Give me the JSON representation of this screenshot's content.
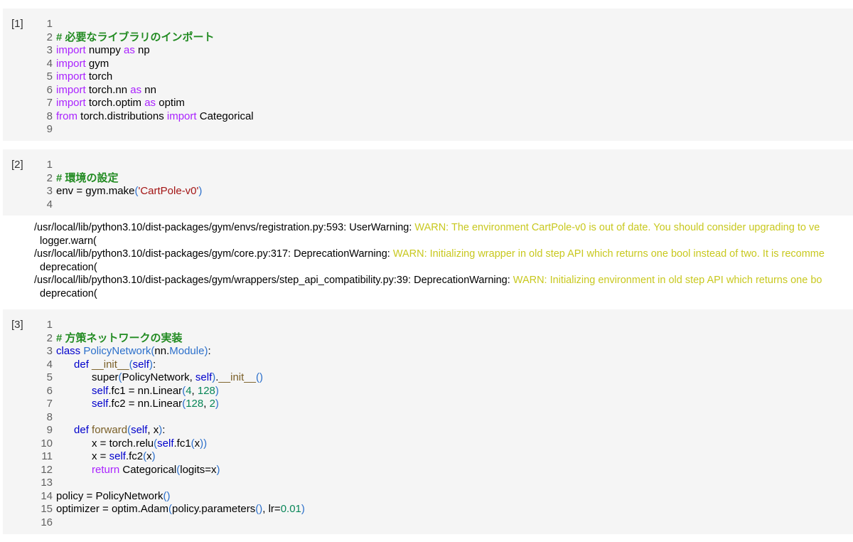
{
  "cells": [
    {
      "count": "[1]",
      "lines": [
        [],
        [
          {
            "c": "cmt",
            "t": "# 必要なライブラリのインポート"
          }
        ],
        [
          {
            "c": "kw",
            "t": "import"
          },
          {
            "c": "plain",
            "t": " numpy "
          },
          {
            "c": "kw",
            "t": "as"
          },
          {
            "c": "plain",
            "t": " np"
          }
        ],
        [
          {
            "c": "kw",
            "t": "import"
          },
          {
            "c": "plain",
            "t": " gym"
          }
        ],
        [
          {
            "c": "kw",
            "t": "import"
          },
          {
            "c": "plain",
            "t": " torch"
          }
        ],
        [
          {
            "c": "kw",
            "t": "import"
          },
          {
            "c": "plain",
            "t": " torch.nn "
          },
          {
            "c": "kw",
            "t": "as"
          },
          {
            "c": "plain",
            "t": " nn"
          }
        ],
        [
          {
            "c": "kw",
            "t": "import"
          },
          {
            "c": "plain",
            "t": " torch.optim "
          },
          {
            "c": "kw",
            "t": "as"
          },
          {
            "c": "plain",
            "t": " optim"
          }
        ],
        [
          {
            "c": "kw",
            "t": "from"
          },
          {
            "c": "plain",
            "t": " torch.distributions "
          },
          {
            "c": "kw",
            "t": "import"
          },
          {
            "c": "plain",
            "t": " Categorical"
          }
        ],
        []
      ]
    },
    {
      "count": "[2]",
      "lines": [
        [],
        [
          {
            "c": "cmt",
            "t": "# 環境の設定"
          }
        ],
        [
          {
            "c": "plain",
            "t": "env = gym.make"
          },
          {
            "c": "par",
            "t": "("
          },
          {
            "c": "str",
            "t": "'CartPole-v0'"
          },
          {
            "c": "par",
            "t": ")"
          }
        ],
        []
      ]
    },
    {
      "count": "[3]",
      "lines": [
        [],
        [
          {
            "c": "cmt",
            "t": "# 方策ネットワークの実装"
          }
        ],
        [
          {
            "c": "def",
            "t": "class"
          },
          {
            "c": "plain",
            "t": " "
          },
          {
            "c": "cls",
            "t": "PolicyNetwork"
          },
          {
            "c": "par",
            "t": "("
          },
          {
            "c": "plain",
            "t": "nn."
          },
          {
            "c": "cls",
            "t": "Module"
          },
          {
            "c": "par",
            "t": ")"
          },
          {
            "c": "plain",
            "t": ":"
          }
        ],
        [
          {
            "c": "plain",
            "t": "      "
          },
          {
            "c": "def",
            "t": "def"
          },
          {
            "c": "plain",
            "t": " "
          },
          {
            "c": "fn",
            "t": "__init__"
          },
          {
            "c": "par",
            "t": "("
          },
          {
            "c": "self",
            "t": "self"
          },
          {
            "c": "par",
            "t": ")"
          },
          {
            "c": "plain",
            "t": ":"
          }
        ],
        [
          {
            "c": "plain",
            "t": "            super"
          },
          {
            "c": "par",
            "t": "("
          },
          {
            "c": "plain",
            "t": "PolicyNetwork, "
          },
          {
            "c": "self",
            "t": "self"
          },
          {
            "c": "par",
            "t": ")"
          },
          {
            "c": "plain",
            "t": "."
          },
          {
            "c": "fn",
            "t": "__init__"
          },
          {
            "c": "par",
            "t": "()"
          }
        ],
        [
          {
            "c": "plain",
            "t": "            "
          },
          {
            "c": "self",
            "t": "self"
          },
          {
            "c": "plain",
            "t": ".fc1 = nn.Linear"
          },
          {
            "c": "par",
            "t": "("
          },
          {
            "c": "num",
            "t": "4"
          },
          {
            "c": "plain",
            "t": ", "
          },
          {
            "c": "num",
            "t": "128"
          },
          {
            "c": "par",
            "t": ")"
          }
        ],
        [
          {
            "c": "plain",
            "t": "            "
          },
          {
            "c": "self",
            "t": "self"
          },
          {
            "c": "plain",
            "t": ".fc2 = nn.Linear"
          },
          {
            "c": "par",
            "t": "("
          },
          {
            "c": "num",
            "t": "128"
          },
          {
            "c": "plain",
            "t": ", "
          },
          {
            "c": "num",
            "t": "2"
          },
          {
            "c": "par",
            "t": ")"
          }
        ],
        [],
        [
          {
            "c": "plain",
            "t": "      "
          },
          {
            "c": "def",
            "t": "def"
          },
          {
            "c": "plain",
            "t": " "
          },
          {
            "c": "fn",
            "t": "forward"
          },
          {
            "c": "par",
            "t": "("
          },
          {
            "c": "self",
            "t": "self"
          },
          {
            "c": "plain",
            "t": ", x"
          },
          {
            "c": "par",
            "t": ")"
          },
          {
            "c": "plain",
            "t": ":"
          }
        ],
        [
          {
            "c": "plain",
            "t": "            x = torch.relu"
          },
          {
            "c": "par",
            "t": "("
          },
          {
            "c": "self",
            "t": "self"
          },
          {
            "c": "plain",
            "t": ".fc1"
          },
          {
            "c": "par",
            "t": "("
          },
          {
            "c": "plain",
            "t": "x"
          },
          {
            "c": "par",
            "t": "))"
          }
        ],
        [
          {
            "c": "plain",
            "t": "            x = "
          },
          {
            "c": "self",
            "t": "self"
          },
          {
            "c": "plain",
            "t": ".fc2"
          },
          {
            "c": "par",
            "t": "("
          },
          {
            "c": "plain",
            "t": "x"
          },
          {
            "c": "par",
            "t": ")"
          }
        ],
        [
          {
            "c": "plain",
            "t": "            "
          },
          {
            "c": "kw",
            "t": "return"
          },
          {
            "c": "plain",
            "t": " Categorical"
          },
          {
            "c": "par",
            "t": "("
          },
          {
            "c": "plain",
            "t": "logits=x"
          },
          {
            "c": "par",
            "t": ")"
          }
        ],
        [],
        [
          {
            "c": "plain",
            "t": "policy = PolicyNetwork"
          },
          {
            "c": "par",
            "t": "()"
          }
        ],
        [
          {
            "c": "plain",
            "t": "optimizer = optim.Adam"
          },
          {
            "c": "par",
            "t": "("
          },
          {
            "c": "plain",
            "t": "policy.parameters"
          },
          {
            "c": "par",
            "t": "()"
          },
          {
            "c": "plain",
            "t": ", lr="
          },
          {
            "c": "num",
            "t": "0.01"
          },
          {
            "c": "par",
            "t": ")"
          }
        ],
        []
      ]
    }
  ],
  "output": [
    {
      "path": "/usr/local/lib/python3.10/dist-packages/gym/envs/registration.py:593: UserWarning: ",
      "warn": "WARN: The environment CartPole-v0 is out of date. You should consider upgrading to ve"
    },
    {
      "path": "  logger.warn(",
      "warn": ""
    },
    {
      "path": "/usr/local/lib/python3.10/dist-packages/gym/core.py:317: DeprecationWarning: ",
      "warn": "WARN: Initializing wrapper in old step API which returns one bool instead of two. It is recomme"
    },
    {
      "path": "  deprecation(",
      "warn": ""
    },
    {
      "path": "/usr/local/lib/python3.10/dist-packages/gym/wrappers/step_api_compatibility.py:39: DeprecationWarning: ",
      "warn": "WARN: Initializing environment in old step API which returns one bo"
    },
    {
      "path": "  deprecation(",
      "warn": ""
    }
  ]
}
